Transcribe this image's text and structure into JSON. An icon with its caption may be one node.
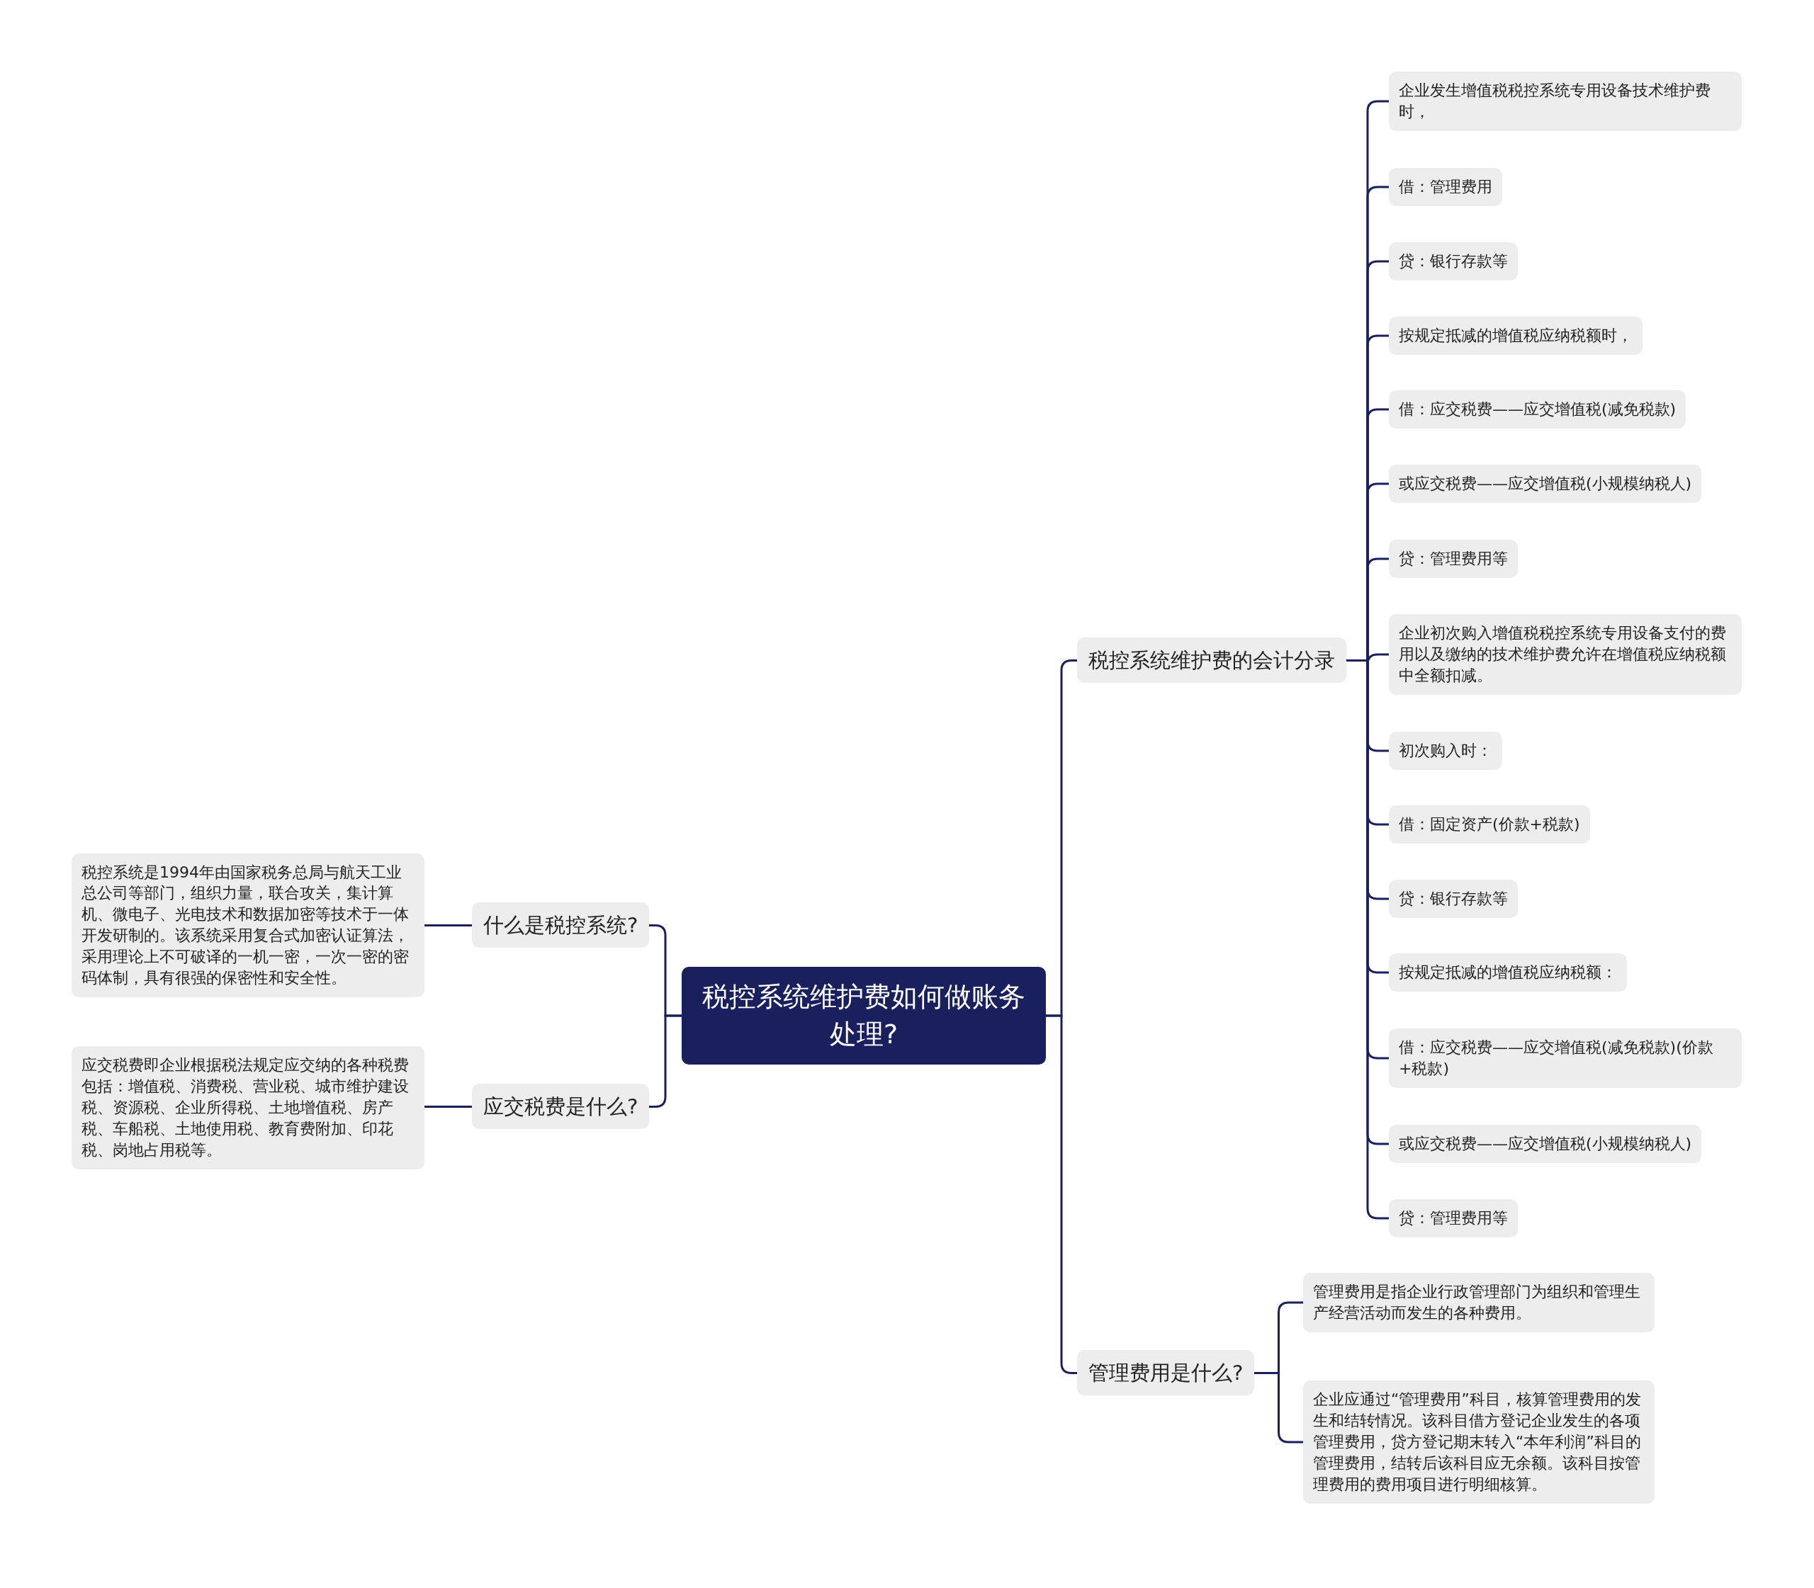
{
  "diagram": {
    "nodes": [
      {
        "text": [
          "税控系统维护费如何做账务处理?"
        ]
      },
      {
        "text": [
          "税控系统维护费的会计分录"
        ]
      },
      {
        "text": [
          "企业发生增值税税控系统专用设备技术维护费时，"
        ]
      },
      {
        "text": [
          "借：管理费用"
        ]
      },
      {
        "text": [
          "贷：银行存款等"
        ]
      },
      {
        "text": [
          "按规定抵减的增值税应纳税额时，"
        ]
      },
      {
        "text": [
          "借：应交税费——应交增值税(减免税款)"
        ]
      },
      {
        "text": [
          "或应交税费——应交增值税(小规模纳税人)"
        ]
      },
      {
        "text": [
          "贷：管理费用等"
        ]
      },
      {
        "text": [
          "企业初次购入增值税税控系统专用设备支付的费用以及缴纳的技术维护费允许在增值税应纳税额中全额扣减。"
        ]
      },
      {
        "text": [
          "初次购入时："
        ]
      },
      {
        "text": [
          "借：固定资产(价款+税款)"
        ]
      },
      {
        "text": [
          "贷：银行存款等"
        ]
      },
      {
        "text": [
          "按规定抵减的增值税应纳税额："
        ]
      },
      {
        "text": [
          "借：应交税费——应交增值税(减免税款)(价款+税款)"
        ]
      },
      {
        "text": [
          "或应交税费——应交增值税(小规模纳税人)"
        ]
      },
      {
        "text": [
          "贷：管理费用等"
        ]
      },
      {
        "text": [
          "管理费用是什么?"
        ]
      },
      {
        "text": [
          "管理费用是指企业行政管理部门为组织和管理生产经营活动而发生的各种费用。"
        ]
      },
      {
        "text": [
          "企业应通过“管理费用”科目，核算管理费用的发生和结转情况。该科目借方登记企业发生的各项管理费用，贷方登记期末转入“本年利润”科目的管理费用，结转后该科目应无余额。该科目按管理费用的费用项目进行明细核算。"
        ]
      },
      {
        "text": [
          "什么是税控系统?"
        ]
      },
      {
        "text": [
          "税控系统是1994年由国家税务总局与航天工业总公司等部门，组织力量，联合攻关，集计算机、微电子、光电技术和数据加密等技术于一体开发研制的。该系统采用复合式加密认证算法，采用理论上不可破译的一机一密，一次一密的密码体制，具有很强的保密性和安全性。"
        ]
      },
      {
        "text": [
          "应交税费是什么?"
        ]
      },
      {
        "text": [
          "应交税费即企业根据税法规定应交纳的各种税费包括：增值税、消费税、营业税、城市维护建设税、资源税、企业所得税、土地增值税、房产税、车船税、土地使用税、教育费附加、印花税、岗地占用税等。"
        ]
      }
    ],
    "edges": [
      {
        "from": 0,
        "to": 1,
        "arrow": "none"
      },
      {
        "from": 1,
        "to": 2,
        "arrow": "none"
      },
      {
        "from": 1,
        "to": 3,
        "arrow": "none"
      },
      {
        "from": 1,
        "to": 4,
        "arrow": "none"
      },
      {
        "from": 1,
        "to": 5,
        "arrow": "none"
      },
      {
        "from": 1,
        "to": 6,
        "arrow": "none"
      },
      {
        "from": 1,
        "to": 7,
        "arrow": "none"
      },
      {
        "from": 1,
        "to": 8,
        "arrow": "none"
      },
      {
        "from": 1,
        "to": 9,
        "arrow": "none"
      },
      {
        "from": 1,
        "to": 10,
        "arrow": "none"
      },
      {
        "from": 1,
        "to": 11,
        "arrow": "none"
      },
      {
        "from": 1,
        "to": 12,
        "arrow": "none"
      },
      {
        "from": 1,
        "to": 13,
        "arrow": "none"
      },
      {
        "from": 1,
        "to": 14,
        "arrow": "none"
      },
      {
        "from": 1,
        "to": 15,
        "arrow": "none"
      },
      {
        "from": 1,
        "to": 16,
        "arrow": "none"
      },
      {
        "from": 0,
        "to": 17,
        "arrow": "none"
      },
      {
        "from": 17,
        "to": 18,
        "arrow": "none"
      },
      {
        "from": 17,
        "to": 19,
        "arrow": "none"
      },
      {
        "from": 0,
        "to": 20,
        "arrow": "none"
      },
      {
        "from": 20,
        "to": 21,
        "arrow": "none"
      },
      {
        "from": 0,
        "to": 22,
        "arrow": "none"
      },
      {
        "from": 22,
        "to": 23,
        "arrow": "none"
      }
    ]
  }
}
